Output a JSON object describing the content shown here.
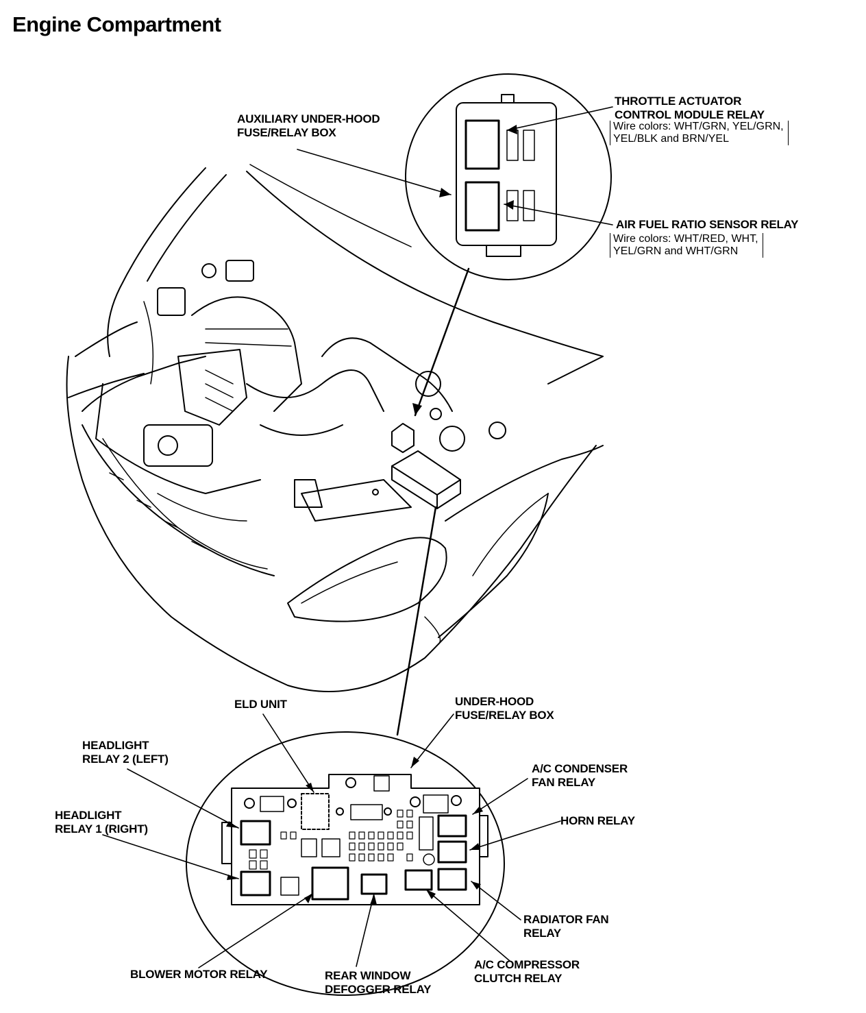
{
  "title": "Engine Compartment",
  "labels": {
    "aux_box": [
      "AUXILIARY UNDER-HOOD",
      "FUSE/RELAY BOX"
    ],
    "throttle": [
      "THROTTLE ACTUATOR",
      "CONTROL MODULE RELAY"
    ],
    "throttle_wires": [
      "Wire colors: WHT/GRN, YEL/GRN,",
      "YEL/BLK and BRN/YEL"
    ],
    "afr": [
      "AIR FUEL RATIO SENSOR RELAY"
    ],
    "afr_wires": [
      "Wire colors: WHT/RED, WHT,",
      "YEL/GRN and WHT/GRN"
    ],
    "eld": [
      "ELD UNIT"
    ],
    "underhood_box": [
      "UNDER-HOOD",
      "FUSE/RELAY BOX"
    ],
    "headlight2": [
      "HEADLIGHT",
      "RELAY 2 (LEFT)"
    ],
    "headlight1": [
      "HEADLIGHT",
      "RELAY 1 (RIGHT)"
    ],
    "ac_condenser": [
      "A/C CONDENSER",
      "FAN RELAY"
    ],
    "horn": [
      "HORN RELAY"
    ],
    "radiator": [
      "RADIATOR FAN",
      "RELAY"
    ],
    "ac_compressor": [
      "A/C COMPRESSOR",
      "CLUTCH RELAY"
    ],
    "rear_window": [
      "REAR WINDOW",
      "DEFOGGER RELAY"
    ],
    "blower": [
      "BLOWER MOTOR RELAY"
    ]
  },
  "colors": {
    "ink": "#000000",
    "paper": "#ffffff"
  }
}
